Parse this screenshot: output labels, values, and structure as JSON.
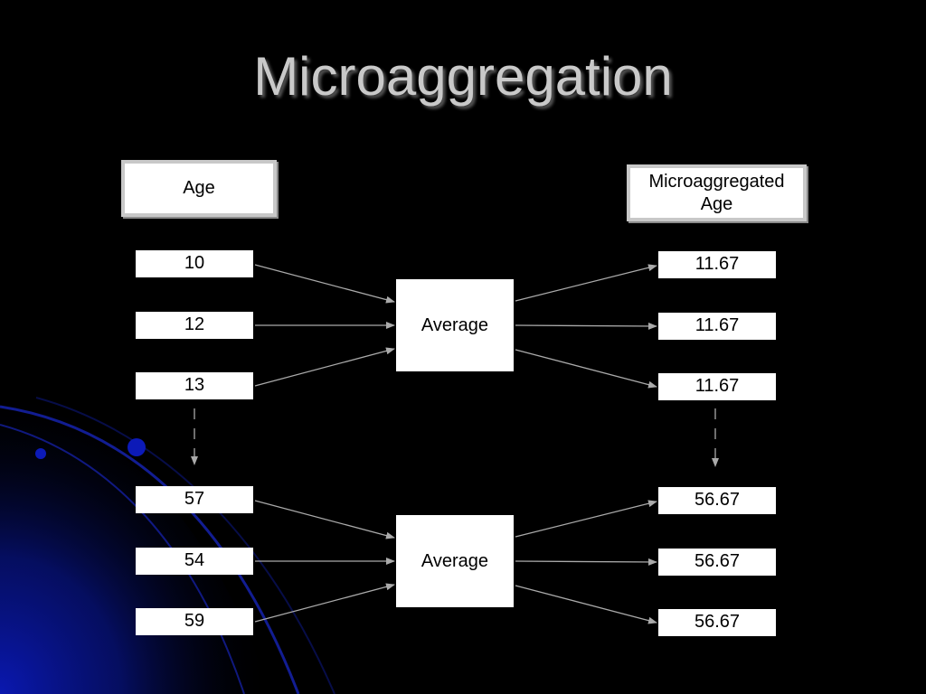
{
  "title": "Microaggregation",
  "headers": {
    "left": "Age",
    "right_line1": "Microaggregated",
    "right_line2": "Age"
  },
  "groups": [
    {
      "inputs": [
        "10",
        "12",
        "13"
      ],
      "operation": "Average",
      "outputs": [
        "11.67",
        "11.67",
        "11.67"
      ]
    },
    {
      "inputs": [
        "57",
        "54",
        "59"
      ],
      "operation": "Average",
      "outputs": [
        "56.67",
        "56.67",
        "56.67"
      ]
    }
  ],
  "colors": {
    "background": "#000000",
    "accent": "#0a1aa8",
    "arrow": "#aaaaaa",
    "title": "#c9c9c9"
  }
}
